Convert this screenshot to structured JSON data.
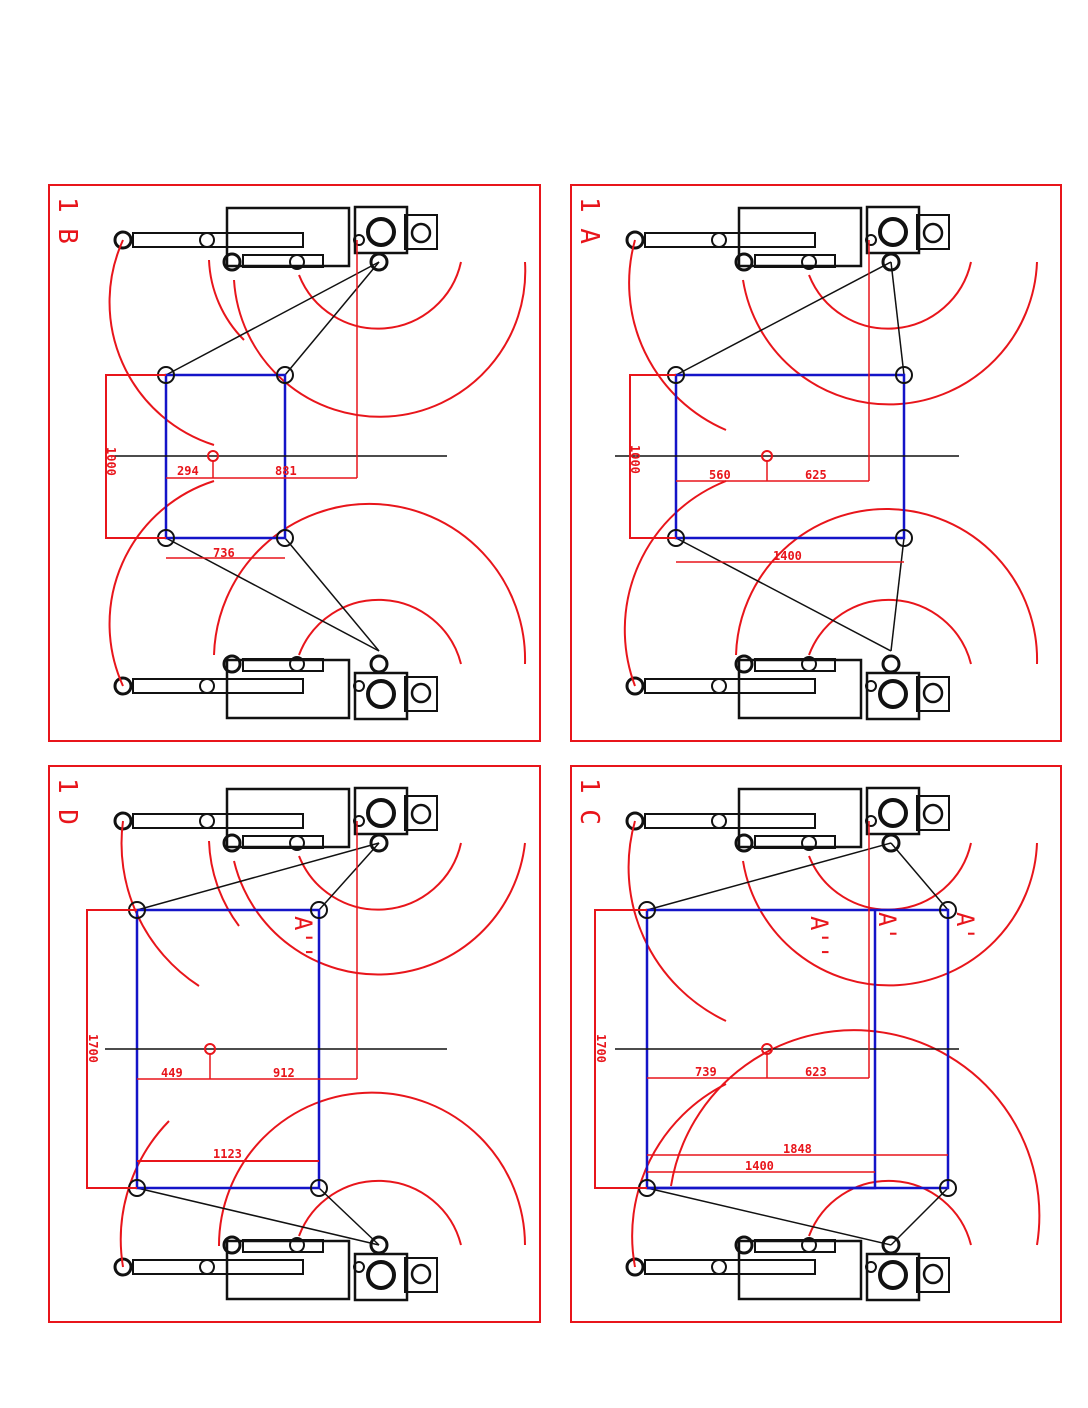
{
  "colors": {
    "frame": "#e8151b",
    "dimension": "#e8151b",
    "rectangle": "#1414c8",
    "machine": "#111111"
  },
  "panels": [
    {
      "id": "1B",
      "title": "1 B",
      "dim_vertical": "1000",
      "dim_left": "294",
      "dim_right": "881",
      "dim_bottom": "736"
    },
    {
      "id": "1A",
      "title": "1 A",
      "dim_vertical": "1000",
      "dim_left": "560",
      "dim_right": "625",
      "dim_bottom": "1400"
    },
    {
      "id": "1D",
      "title": "1 D",
      "dim_vertical": "1700",
      "dim_left": "449",
      "dim_right": "912",
      "dim_bottom": "1123",
      "marker": "A''"
    },
    {
      "id": "1C",
      "title": "1 C",
      "dim_vertical": "1700",
      "dim_left": "739",
      "dim_right": "623",
      "dim_bottom_a": "1848",
      "dim_bottom_b": "1400",
      "marker_a": "A''",
      "marker_b": "A'",
      "marker_c": "A'"
    }
  ]
}
